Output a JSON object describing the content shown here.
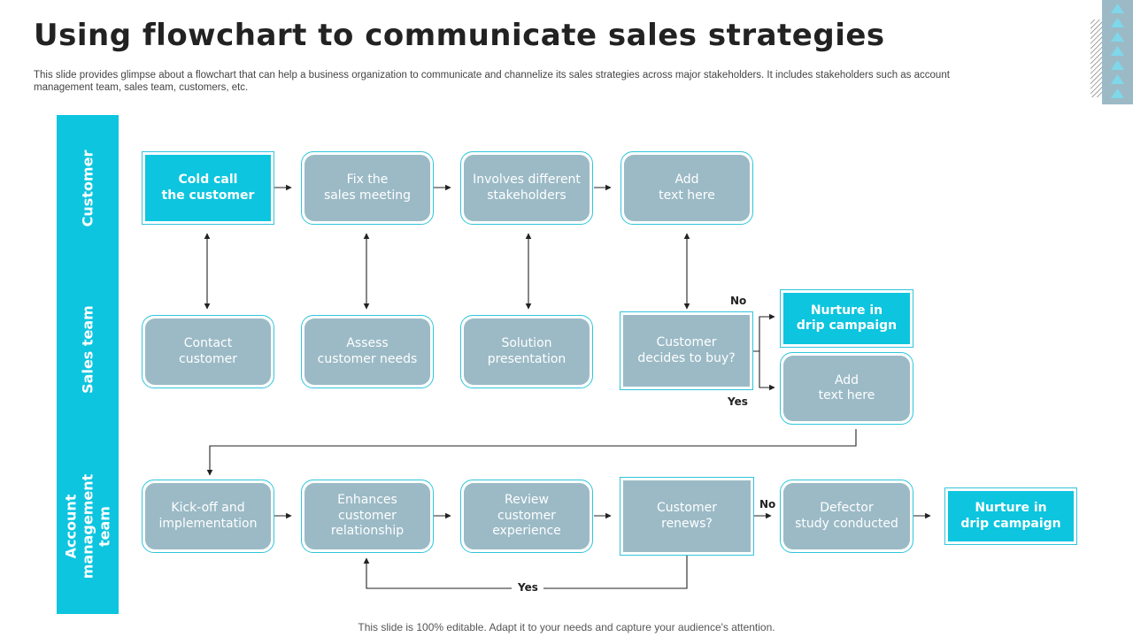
{
  "title": "Using flowchart to communicate sales strategies",
  "subtitle": "This slide provides glimpse about a flowchart that can help a business organization to communicate and channelize its sales strategies across major stakeholders. It includes stakeholders such as account management team, sales team, customers, etc.",
  "footer": "This slide is 100% editable. Adapt it to your needs and capture your audience's attention.",
  "colors": {
    "accent": "#0dc5df",
    "box": "#9bbac6",
    "border": "#2fc5dc"
  },
  "lanes": {
    "customer": "Customer",
    "sales": "Sales team",
    "account": "Account\nmanagement team"
  },
  "nodes": {
    "cold_call": "Cold call\nthe customer",
    "fix_meeting": "Fix the\nsales meeting",
    "involves": "Involves different\nstakeholders",
    "add1": "Add\ntext here",
    "contact": "Contact\ncustomer",
    "assess": "Assess\ncustomer needs",
    "solution": "Solution\npresentation",
    "decides": "Customer\ndecides to buy?",
    "nurture1": "Nurture in\ndrip campaign",
    "add2": "Add\ntext here",
    "kickoff": "Kick-off and\nimplementation",
    "enhances": "Enhances\ncustomer\nrelationship",
    "review": "Review\ncustomer\nexperience",
    "renews": "Customer\nrenews?",
    "defector": "Defector\nstudy conducted",
    "nurture2": "Nurture in\ndrip campaign"
  },
  "labels": {
    "no1": "No",
    "yes1": "Yes",
    "no2": "No",
    "yes2": "Yes"
  }
}
